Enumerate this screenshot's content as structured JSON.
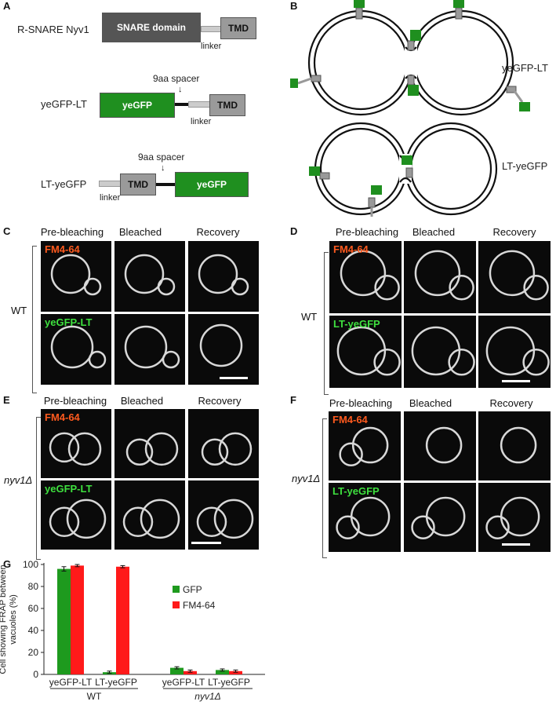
{
  "panel_letters": {
    "A": "A",
    "B": "B",
    "C": "C",
    "D": "D",
    "E": "E",
    "F": "F",
    "G": "G"
  },
  "panelA": {
    "rows": [
      {
        "name": "R-SNARE Nyv1",
        "boxes": [
          "SNARE domain",
          "TMD"
        ],
        "linker": "linker"
      },
      {
        "name": "yeGFP-LT",
        "boxes": [
          "yeGFP",
          "TMD"
        ],
        "linker": "linker",
        "spacer": "9aa spacer"
      },
      {
        "name": "LT-yeGFP",
        "boxes": [
          "TMD",
          "yeGFP"
        ],
        "linker": "linker",
        "spacer": "9aa spacer"
      }
    ],
    "colors": {
      "snare": "#555555",
      "tmd": "#9a9a9a",
      "linker": "#cccccc",
      "gfp": "#1f8f1f"
    }
  },
  "panelB": {
    "labels": [
      "yeGFP-LT",
      "LT-yeGFP"
    ]
  },
  "micrographs": {
    "column_headers": [
      "Pre-bleaching",
      "Bleached",
      "Recovery"
    ],
    "C": {
      "genotype": "WT",
      "channels": [
        "FM4-64",
        "yeGFP-LT"
      ]
    },
    "D": {
      "genotype": "WT",
      "channels": [
        "FM4-64",
        "LT-yeGFP"
      ]
    },
    "E": {
      "genotype": "nyv1Δ",
      "channels": [
        "FM4-64",
        "yeGFP-LT"
      ]
    },
    "F": {
      "genotype": "nyv1Δ",
      "channels": [
        "FM4-64",
        "LT-yeGFP"
      ]
    },
    "channel_colors": {
      "fm464": "#ff5a1e",
      "gfp": "#3ee03e"
    }
  },
  "chart_data": {
    "type": "bar",
    "ylabel": "Cell showing FRAP between vacuoles (%)",
    "ylim": [
      0,
      100
    ],
    "yticks": [
      0,
      20,
      40,
      60,
      80,
      100
    ],
    "categories": [
      "yeGFP-LT",
      "LT-yeGFP",
      "yeGFP-LT",
      "LT-yeGFP"
    ],
    "groups": [
      {
        "name": "WT",
        "categories": [
          0,
          1
        ]
      },
      {
        "name": "nyv1Δ",
        "categories": [
          2,
          3
        ]
      }
    ],
    "series": [
      {
        "name": "GFP",
        "color": "#1e9a1e",
        "values": [
          96,
          2,
          6,
          4
        ],
        "errors": [
          2,
          1,
          1,
          1
        ]
      },
      {
        "name": "FM4-64",
        "color": "#ff1a1a",
        "values": [
          99,
          98,
          3,
          3
        ],
        "errors": [
          1,
          1,
          1,
          1
        ]
      }
    ],
    "legend": "top-right"
  }
}
